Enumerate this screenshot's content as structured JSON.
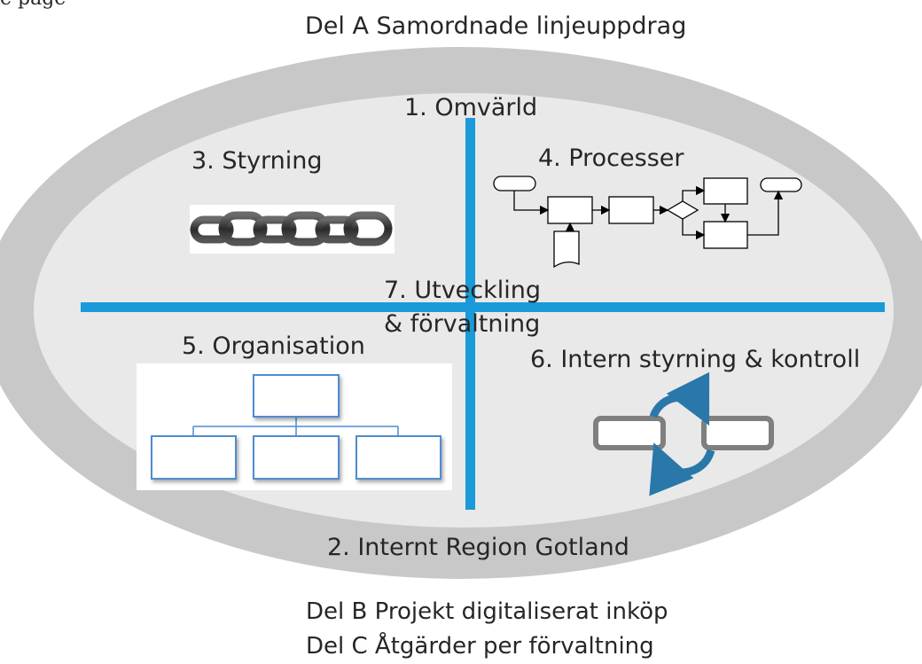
{
  "top_fragment": "e page",
  "title": "Del A Samordnade linjeuppdrag",
  "quadrants": {
    "omvarld": "1. Omvärld",
    "internt": "2. Internt Region Gotland",
    "styrning": "3. Styrning",
    "processer": "4. Processer",
    "organisation": "5. Organisation",
    "intern_kontroll": "6. Intern styrning & kontroll",
    "utveckling_line1": "7. Utveckling",
    "utveckling_line2": "& förvaltning"
  },
  "footer": {
    "del_b": "Del B Projekt digitaliserat inköp",
    "del_c": "Del C Åtgärder per förvaltning"
  },
  "colors": {
    "ring": "#c8c8c8",
    "inner": "#e9e9e9",
    "axis": "#1a9ad8",
    "org_box": "#4f8bd0",
    "cycle_arrow": "#2a78aa",
    "cycle_box": "#7f7f7f"
  },
  "icons": [
    "chain-image",
    "flowchart-image",
    "org-chart-image",
    "cycle-arrows-image"
  ]
}
